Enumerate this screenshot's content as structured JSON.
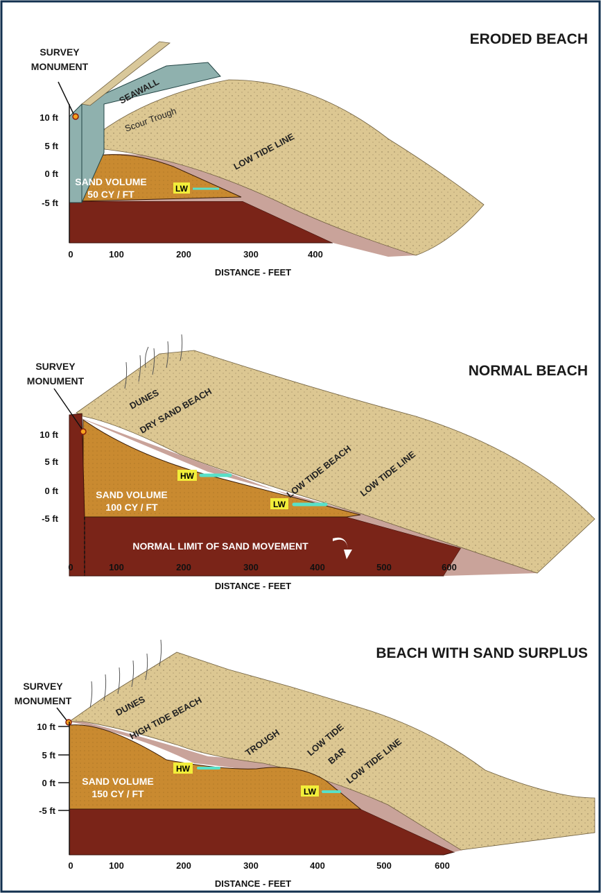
{
  "panels": [
    {
      "title": "ERODED BEACH",
      "monument": [
        "SURVEY",
        "MONUMENT"
      ],
      "y_ticks": [
        "10 ft",
        "5 ft",
        "0 ft",
        "-5 ft"
      ],
      "x_ticks": [
        "0",
        "100",
        "200",
        "300",
        "400"
      ],
      "x_label": "DISTANCE - FEET",
      "volume": [
        "SAND VOLUME",
        "50 CY / FT"
      ],
      "labels": {
        "seawall": "SEAWALL",
        "scour": "Scour Trough",
        "low_tide_line": "LOW TIDE LINE"
      },
      "water": {
        "lw": "LW"
      }
    },
    {
      "title": "NORMAL BEACH",
      "monument": [
        "SURVEY",
        "MONUMENT"
      ],
      "y_ticks": [
        "10 ft",
        "5 ft",
        "0 ft",
        "-5 ft"
      ],
      "x_ticks": [
        "0",
        "100",
        "200",
        "300",
        "400",
        "500",
        "600"
      ],
      "x_label": "DISTANCE - FEET",
      "volume": [
        "SAND VOLUME",
        "100 CY / FT"
      ],
      "labels": {
        "dunes": "DUNES",
        "dry": "DRY SAND BEACH",
        "low_tide_beach": "LOW TIDE BEACH",
        "low_tide_line": "LOW TIDE LINE"
      },
      "water": {
        "hw": "HW",
        "lw": "LW"
      },
      "limit": "NORMAL LIMIT OF SAND MOVEMENT"
    },
    {
      "title": "BEACH WITH SAND SURPLUS",
      "monument": [
        "SURVEY",
        "MONUMENT"
      ],
      "y_ticks": [
        "10 ft",
        "5 ft",
        "0 ft",
        "-5 ft"
      ],
      "x_ticks": [
        "0",
        "100",
        "200",
        "300",
        "400",
        "500",
        "600"
      ],
      "x_label": "DISTANCE - FEET",
      "volume": [
        "SAND VOLUME",
        "150 CY / FT"
      ],
      "labels": {
        "dunes": "DUNES",
        "high_tide_beach": "HIGH TIDE BEACH",
        "trough": "TROUGH",
        "bar1": "LOW TIDE",
        "bar2": "BAR",
        "low_tide_line": "LOW TIDE LINE"
      },
      "water": {
        "hw": "HW",
        "lw": "LW"
      }
    }
  ],
  "colors": {
    "border": "#12304f",
    "sand_top": "#dcc792",
    "sand_orange": "#c98a30",
    "bedrock": "#7a2418",
    "wet_sand": "#c9a39a",
    "seawall": "#8fb1ae",
    "water_mark": "#58e0c8",
    "label_bg": "#f2ee3a"
  }
}
